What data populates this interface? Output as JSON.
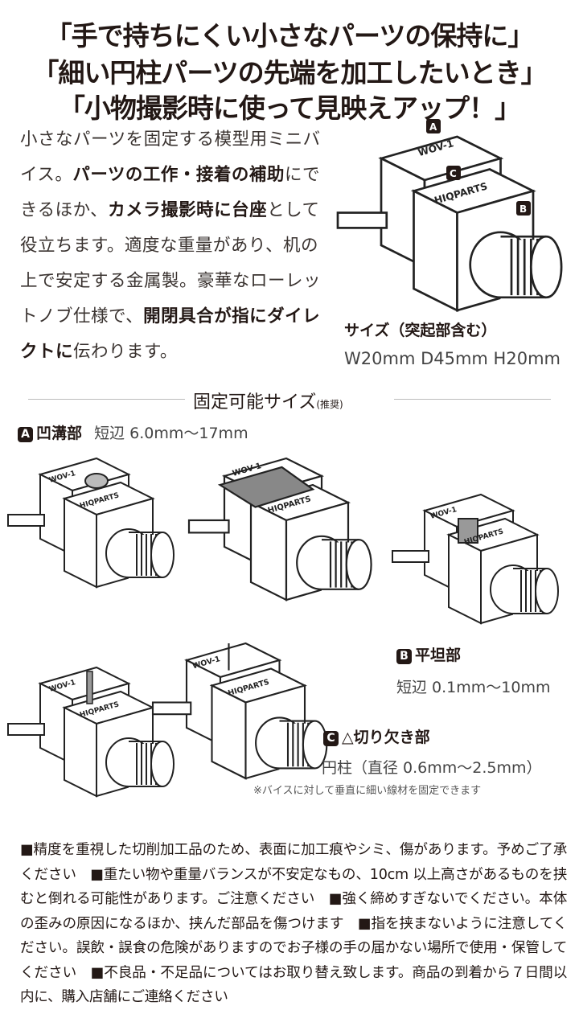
{
  "headlines": [
    "「手で持ちにくい小さなパーツの保持に」",
    "「細い円柱パーツの先端を加工したいとき」",
    "「小物撮影時に使って見映えアップ！」"
  ],
  "intro": [
    {
      "t": "小さなパーツを固定する模型用ミニバイス。",
      "b": false
    },
    {
      "t": "パーツの工作・接着の補助",
      "b": true
    },
    {
      "t": "にできるほか、",
      "b": false
    },
    {
      "t": "カメラ撮影時に台座",
      "b": true
    },
    {
      "t": "として役立ちます。適度な重量があり、机の上で安定する金属製。豪華なローレットノブ仕様で、",
      "b": false
    },
    {
      "t": "開閉具合が指にダイレクトに",
      "b": true
    },
    {
      "t": "伝わります。",
      "b": false
    }
  ],
  "size": {
    "label": "サイズ（突起部含む）",
    "value": "W20mm D45mm H20mm"
  },
  "product": {
    "brand": "HIQPARTS",
    "model": "WOV-1",
    "callouts": [
      "A",
      "B",
      "C"
    ]
  },
  "section": {
    "title": "固定可能サイズ",
    "note": "(推奨)"
  },
  "specs": {
    "a": {
      "badge": "A",
      "name": "凹溝部",
      "range": "短辺 6.0mm〜17mm"
    },
    "b": {
      "badge": "B",
      "name": "平坦部",
      "range": "短辺 0.1mm〜10mm"
    },
    "c": {
      "badge": "C",
      "name": "△切り欠き部",
      "range": "円柱（直径 0.6mm〜2.5mm）",
      "note": "※バイスに対して垂直に細い線材を固定できます"
    }
  },
  "notes": "■精度を重視した切削加工品のため、表面に加工痕やシミ、傷があります。予めご了承ください　■重たい物や重量バランスが不安定なもの、10cm 以上高さがあるものを挟むと倒れる可能性があります。ご注意ください　■強く締めすぎないでください。本体の歪みの原因になるほか、挟んだ部品を傷つけます　■指を挟まないように注意してください。誤飲・誤食の危険がありますのでお子様の手の届かない場所で使用・保管してください　■不良品・不足品についてはお取り替え致します。商品の到着から７日間以内に、購入店舗にご連絡ください"
}
